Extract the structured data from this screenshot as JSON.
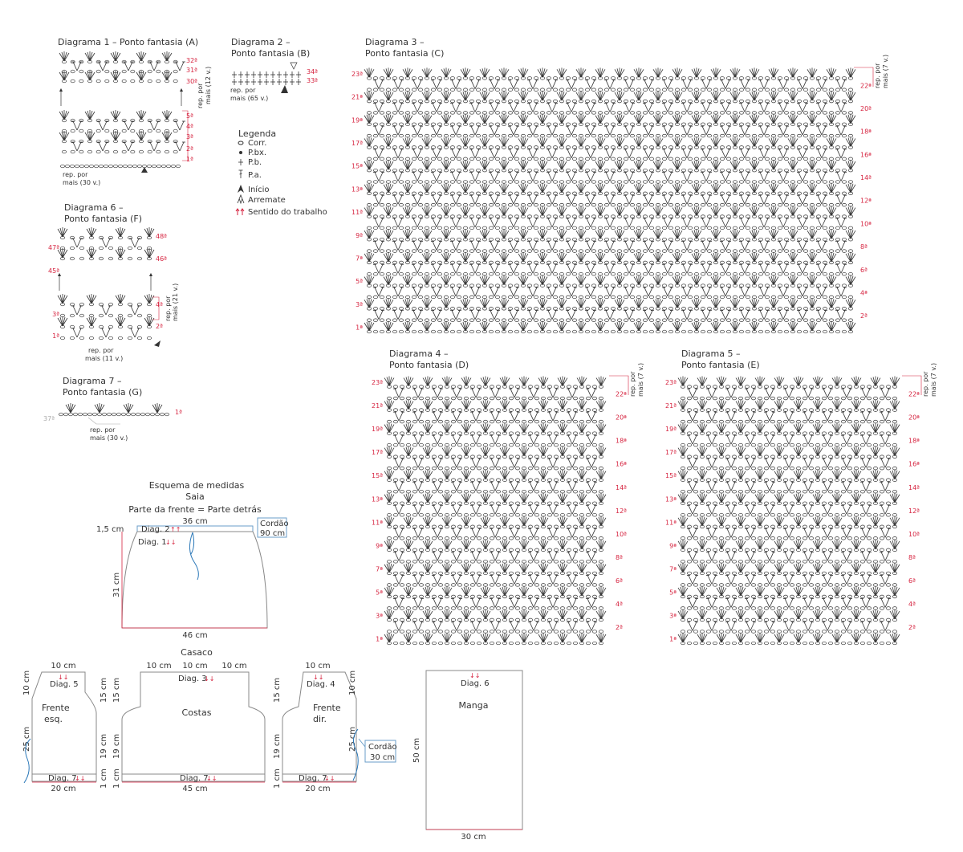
{
  "diagrams": [
    {
      "id": "d1",
      "title": [
        "Diagrama 1 – Ponto fantasia (A)"
      ],
      "rows_right": [
        "32ª",
        "31ª",
        "30ª",
        "5ª",
        "4ª",
        "3ª",
        "2ª",
        "1ª"
      ],
      "rep": [
        "rep. por",
        "mais (30 v.)"
      ],
      "rep_side": [
        "rep. por",
        "mais (12 v.)"
      ]
    },
    {
      "id": "d2",
      "title": [
        "Diagrama 2 –",
        "Ponto fantasia (B)"
      ],
      "rows_right": [
        "34ª",
        "33ª"
      ],
      "rep": [
        "rep. por",
        "mais (65 v.)"
      ]
    },
    {
      "id": "d3",
      "title": [
        "Diagrama 3 –",
        "Ponto fantasia (C)"
      ],
      "rows_left": [
        "23ª",
        "21ª",
        "19ª",
        "17ª",
        "15ª",
        "13ª",
        "11ª",
        "9ª",
        "7ª",
        "5ª",
        "3ª",
        "1ª"
      ],
      "rows_right": [
        "22ª",
        "20ª",
        "18ª",
        "16ª",
        "14ª",
        "12ª",
        "10ª",
        "8ª",
        "6ª",
        "4ª",
        "2ª"
      ],
      "rep_side": [
        "rep. por",
        "mais (7 v.)"
      ]
    },
    {
      "id": "d4",
      "title": [
        "Diagrama 4 –",
        "Ponto fantasia (D)"
      ],
      "rows_left": [
        "23ª",
        "21ª",
        "19ª",
        "17ª",
        "15ª",
        "13ª",
        "11ª",
        "9ª",
        "7ª",
        "5ª",
        "3ª",
        "1ª"
      ],
      "rows_right": [
        "22ª",
        "20ª",
        "18ª",
        "16ª",
        "14ª",
        "12ª",
        "10ª",
        "8ª",
        "6ª",
        "4ª",
        "2ª"
      ],
      "rep_side": [
        "rep. por",
        "mais (7 v.)"
      ]
    },
    {
      "id": "d5",
      "title": [
        "Diagrama 5 –",
        "Ponto fantasia (E)"
      ],
      "rows_left": [
        "23ª",
        "21ª",
        "19ª",
        "17ª",
        "15ª",
        "13ª",
        "11ª",
        "9ª",
        "7ª",
        "5ª",
        "3ª",
        "1ª"
      ],
      "rows_right": [
        "22ª",
        "20ª",
        "18ª",
        "16ª",
        "14ª",
        "12ª",
        "10ª",
        "8ª",
        "6ª",
        "4ª",
        "2ª"
      ],
      "rep_side": [
        "rep. por",
        "mais (7 v.)"
      ]
    },
    {
      "id": "d6",
      "title": [
        "Diagrama 6 –",
        "Ponto fantasia (F)"
      ],
      "rows_left": [
        "47ª",
        "45ª",
        "3ª",
        "1ª"
      ],
      "rows_right": [
        "48ª",
        "46ª",
        "4ª",
        "2ª"
      ],
      "rep": [
        "rep. por",
        "mais (11 v.)"
      ],
      "rep_side": [
        "rep. por",
        "mais (21 v.)"
      ]
    },
    {
      "id": "d7",
      "title": [
        "Diagrama 7 –",
        "Ponto fantasia (G)"
      ],
      "rows_left": [
        "37ª"
      ],
      "rows_right": [
        "1ª"
      ],
      "rep": [
        "rep. por",
        "mais (30 v.)"
      ]
    }
  ],
  "legend": {
    "title": "Legenda",
    "items": [
      {
        "symbol": "chain",
        "label": "Corr."
      },
      {
        "symbol": "slip-stitch",
        "label": "P.bx."
      },
      {
        "symbol": "single-crochet",
        "label": "P.b."
      },
      {
        "symbol": "double-crochet",
        "label": "P.a."
      },
      {
        "symbol": "start-arrow",
        "label": "Início"
      },
      {
        "symbol": "fasten-off",
        "label": "Arremate"
      },
      {
        "symbol": "work-direction",
        "label": "Sentido do trabalho"
      }
    ]
  },
  "skirt": {
    "heading": [
      "Esquema de medidas",
      "Saia",
      "Parte da frente = Parte detrás"
    ],
    "top": "36 cm",
    "waist": "1,5 cm",
    "height": "31 cm",
    "bottom": "46 cm",
    "diag2": "Diag. 2",
    "diag1": "Diag. 1",
    "cord": [
      "Cordão",
      "90 cm"
    ],
    "arrows_up": "↑↑",
    "arrows_down": "↓↓"
  },
  "jacket": {
    "heading": "Casaco",
    "left_front": {
      "label": [
        "Frente",
        "esq."
      ],
      "top": "10 cm",
      "diag_top": "Diag. 5",
      "side_top": "10 cm",
      "side": "25 cm",
      "diag_bottom": "Diag. 7",
      "bottom": "20 cm"
    },
    "back": {
      "label": "Costas",
      "top": [
        "10 cm",
        "10 cm",
        "10 cm"
      ],
      "diag_top": "Diag. 3",
      "left_top": "15 cm",
      "left_mid": "19 cm",
      "left_bot": "1 cm",
      "right_top": "15 cm",
      "right_mid": "19 cm",
      "right_bot": "1 cm",
      "diag_bottom": "Diag. 7",
      "bottom": "45 cm"
    },
    "right_front": {
      "label": [
        "Frente",
        "dir."
      ],
      "top": "10 cm",
      "diag_top": "Diag. 4",
      "side_top": "10 cm",
      "side": "25 cm",
      "diag_bottom": "Diag. 7",
      "bottom": "20 cm",
      "cord": [
        "Cordão",
        "30 cm"
      ]
    },
    "sleeve": {
      "label": "Manga",
      "diag_top": "Diag. 6",
      "height": "50 cm",
      "bottom": "30 cm"
    }
  },
  "colors": {
    "ink": "#333333",
    "red": "#d6233f",
    "blue": "#2b78b8",
    "box": "#6a9ec8"
  }
}
